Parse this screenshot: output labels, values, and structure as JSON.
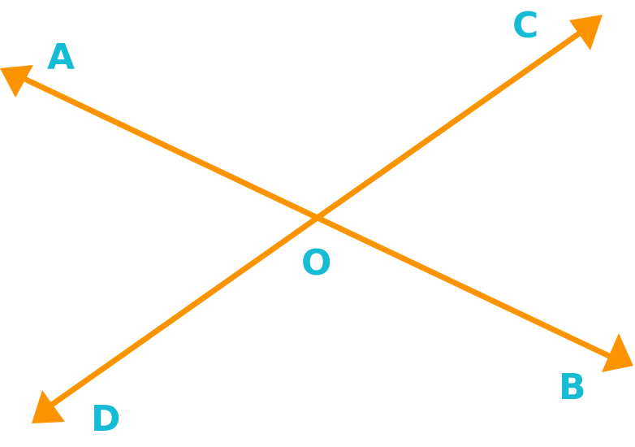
{
  "figure": {
    "colors": {
      "line": "#FB9400",
      "label": "#16BCD4",
      "background": "#FFFFFF"
    },
    "lines": [
      {
        "name": "line-AB",
        "from": "A",
        "to": "B",
        "arrowheads": [
          "A",
          "B"
        ]
      },
      {
        "name": "line-CD",
        "from": "C",
        "to": "D",
        "arrowheads": [
          "C",
          "D"
        ]
      }
    ],
    "intersection": "O",
    "labels": {
      "A": "A",
      "B": "B",
      "C": "C",
      "D": "D",
      "O": "O"
    }
  }
}
